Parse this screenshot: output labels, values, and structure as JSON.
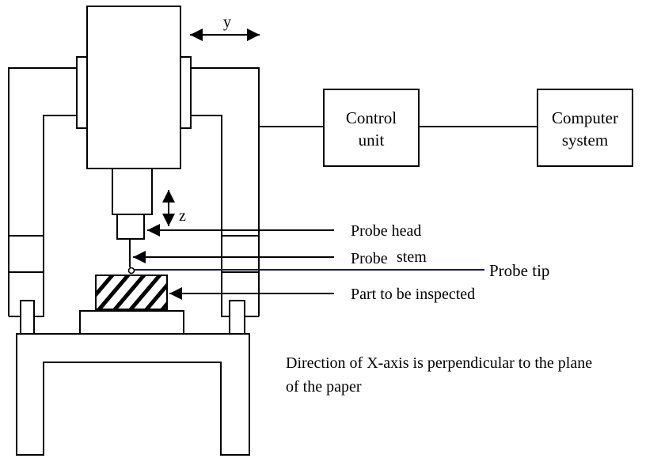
{
  "diagram": {
    "axis_labels": {
      "y": "y",
      "z": "z"
    },
    "blocks": {
      "control_unit": [
        "Control",
        "unit"
      ],
      "computer_system": [
        "Computer",
        "system"
      ]
    },
    "callouts": {
      "probe_head": "Probe head",
      "probe_stem_1": "Probe",
      "probe_stem_2": "stem",
      "probe_tip": "Probe tip",
      "part": "Part to be inspected"
    },
    "note": [
      "Direction of X-axis is perpendicular to the plane",
      "of the paper"
    ],
    "colors": {
      "line": "#000000",
      "tip_leader": "#1a1a3a",
      "background": "#ffffff"
    }
  }
}
